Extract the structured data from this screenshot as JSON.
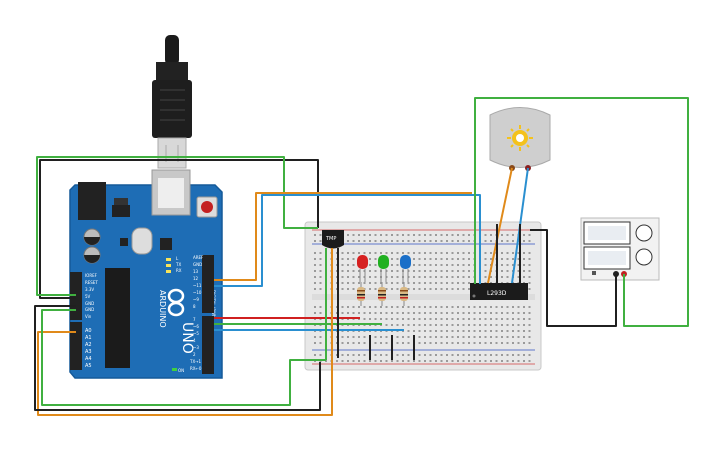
{
  "arduino": {
    "brand": "ARDUINO",
    "model": "UNO",
    "header_top": [
      "AREF",
      "GND",
      "13",
      "12",
      "~11",
      "~10",
      "~9",
      "8"
    ],
    "header_bottom": [
      "7",
      "~6",
      "~5",
      "4",
      "~3",
      "2",
      "TX→1",
      "RX←0"
    ],
    "digital_label": "DIGITAL (PWM ~)",
    "power_pins": [
      "IOREF",
      "RESET",
      "3.3V",
      "5V",
      "GND",
      "GND",
      "Vin"
    ],
    "analog_pins": [
      "A0",
      "A1",
      "A2",
      "A3",
      "A4",
      "A5"
    ],
    "led_labels": [
      "L",
      "TX",
      "RX"
    ],
    "on_label": "ON"
  },
  "components": {
    "sensor_label": "TMP",
    "driver_label": "L293D",
    "power_supply": "dc-power-supply",
    "motor": "dc-motor"
  },
  "leds": [
    {
      "color": "#d62020",
      "name": "red"
    },
    {
      "color": "#20b020",
      "name": "green"
    },
    {
      "color": "#1a6fc8",
      "name": "blue"
    }
  ],
  "colors": {
    "board": "#1e6db5",
    "wire_green": "#40b040",
    "wire_black": "#202020",
    "wire_orange": "#e08a1a",
    "wire_blue": "#2a8fd0",
    "wire_red": "#d02020",
    "breadboard": "#e8e8e8"
  }
}
